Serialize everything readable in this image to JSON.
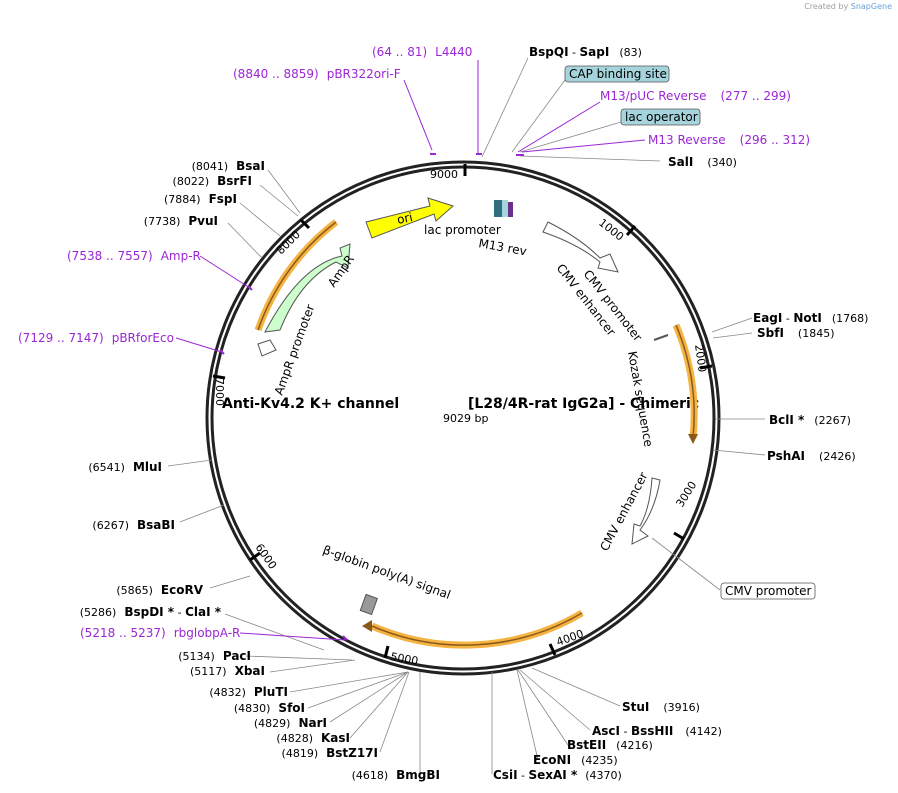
{
  "credit": {
    "prefix": "Created by",
    "brand": "SnapGene"
  },
  "plasmid": {
    "name_left": "Anti-Kv4.2 K+ channel",
    "name_right": "[L28/4R-rat IgG2a] - Chimeric",
    "size": "9029 bp"
  },
  "ticks": [
    "1000",
    "2000",
    "3000",
    "4000",
    "5000",
    "6000",
    "7000",
    "8000",
    "9000"
  ],
  "enzymes_right": [
    {
      "name": "BspQI",
      "sep": " - ",
      "name2": "SapI",
      "pos": "(83)"
    },
    {
      "name": "SalI",
      "pos": "(340)"
    },
    {
      "name": "EagI",
      "sep": " - ",
      "name2": "NotI",
      "pos": "(1768)"
    },
    {
      "name": "SbfI",
      "pos": "(1845)"
    },
    {
      "name": "BclI *",
      "pos": "(2267)"
    },
    {
      "name": "PshAI",
      "pos": "(2426)"
    },
    {
      "name": "StuI",
      "pos": "(3916)"
    },
    {
      "name": "AscI",
      "sep": " - ",
      "name2": "BssHII",
      "pos": "(4142)"
    },
    {
      "name": "BstEII",
      "pos": "(4216)"
    },
    {
      "name": "EcoNI",
      "pos": "(4235)"
    },
    {
      "name": "CsiI",
      "sep": " - ",
      "name2": "SexAI *",
      "pos": "(4370)"
    }
  ],
  "enzymes_left": [
    {
      "pos": "(8041)",
      "name": "BsaI"
    },
    {
      "pos": "(8022)",
      "name": "BsrFI"
    },
    {
      "pos": "(7884)",
      "name": "FspI"
    },
    {
      "pos": "(7738)",
      "name": "PvuI"
    },
    {
      "pos": "(6541)",
      "name": "MluI"
    },
    {
      "pos": "(6267)",
      "name": "BsaBI"
    },
    {
      "pos": "(5865)",
      "name": "EcoRV"
    },
    {
      "pos": "(5286)",
      "name": "BspDI *",
      "sep": " - ",
      "name2": "ClaI *"
    },
    {
      "pos": "(5134)",
      "name": "PacI"
    },
    {
      "pos": "(5117)",
      "name": "XbaI"
    },
    {
      "pos": "(4832)",
      "name": "PluTI"
    },
    {
      "pos": "(4830)",
      "name": "SfoI"
    },
    {
      "pos": "(4829)",
      "name": "NarI"
    },
    {
      "pos": "(4828)",
      "name": "KasI"
    },
    {
      "pos": "(4819)",
      "name": "BstZ17I"
    },
    {
      "pos": "(4618)",
      "name": "BmgBI"
    }
  ],
  "primers": [
    {
      "range": "(64 .. 81)",
      "name": "L4440"
    },
    {
      "range": "(8840 .. 8859)",
      "name": "pBR322ori-F"
    },
    {
      "name": "M13/pUC Reverse",
      "range": "(277 .. 299)"
    },
    {
      "name": "M13 Reverse",
      "range": "(296 .. 312)"
    },
    {
      "range": "(7538 .. 7557)",
      "name": "Amp-R"
    },
    {
      "range": "(7129 .. 7147)",
      "name": "pBRforEco"
    },
    {
      "range": "(5218 .. 5237)",
      "name": "rbglobpA-R"
    }
  ],
  "boxed_features": [
    {
      "label": "CAP binding site",
      "color": "#a6d4dc"
    },
    {
      "label": "lac operator",
      "color": "#a6d4dc"
    },
    {
      "label": "CMV promoter",
      "color": "#ffffff"
    }
  ],
  "features": {
    "ori": "ori",
    "lac_promoter": "lac promoter",
    "m13_rev": "M13 rev",
    "ampr": "AmpR",
    "ampr_promoter": "AmpR promoter",
    "cmv_promoter": "CMV promoter",
    "cmv_enhancer": "CMV enhancer",
    "kozak": "Kozak sequence",
    "cmv_enhancer2": "CMV enhancer",
    "bglobin": "β-globin poly(A) signal"
  },
  "colors": {
    "primer": "#9b26d6",
    "ori": "#ffff00",
    "ampr": "#ccffcc",
    "highlight": "#f5b342",
    "box": "#a6d4dc"
  }
}
